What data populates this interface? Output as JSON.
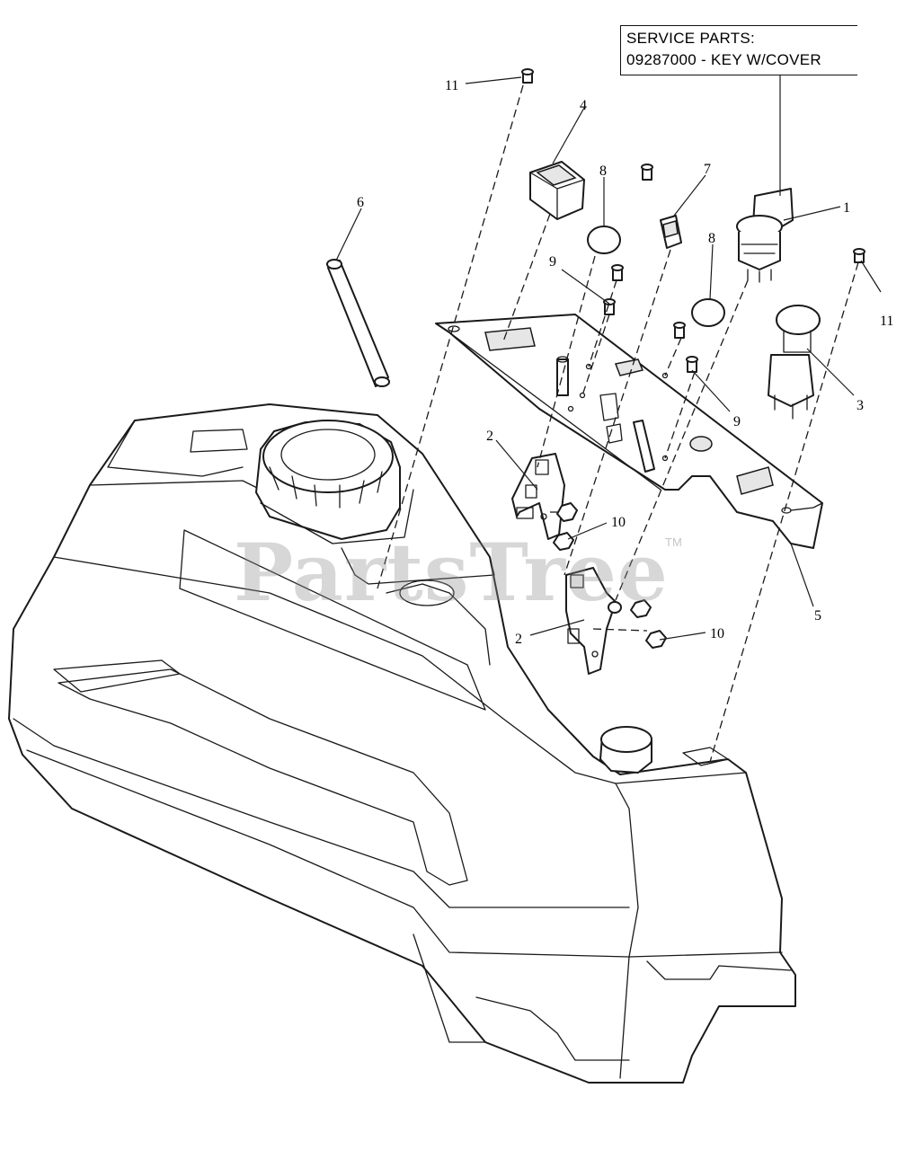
{
  "service_box": {
    "line1": "SERVICE PARTS:",
    "line2": "09287000 - KEY W/COVER"
  },
  "watermark": {
    "text": "PartsTree",
    "trademark": "TM"
  },
  "callouts": {
    "c1": "1",
    "c2a": "2",
    "c2b": "2",
    "c3": "3",
    "c4": "4",
    "c5": "5",
    "c6": "6",
    "c7": "7",
    "c8a": "8",
    "c8b": "8",
    "c9a": "9",
    "c9b": "9",
    "c10a": "10",
    "c10b": "10",
    "c11a": "11",
    "c11b": "11"
  }
}
